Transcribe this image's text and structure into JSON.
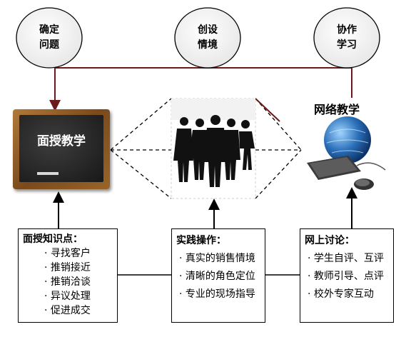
{
  "circles": [
    {
      "line1": "确定",
      "line2": "问题"
    },
    {
      "line1": "创设",
      "line2": "情境"
    },
    {
      "line1": "协作",
      "line2": "学习"
    }
  ],
  "board": {
    "title": "面授教学"
  },
  "network": {
    "title": "网络教学"
  },
  "boxes": [
    {
      "title": "面授知识点：",
      "items": [
        "· 寻找客户",
        "· 推销接近",
        "· 推销洽谈",
        "· 异议处理",
        "· 促进成交"
      ]
    },
    {
      "title": "实践操作：",
      "items": [
        "· 真实的销售情境",
        "· 清晰的角色定位",
        "· 专业的现场指导"
      ]
    },
    {
      "title": "网上讨论：",
      "items": [
        "· 学生自评、互评",
        "· 教师引导、点评",
        "· 校外专家互动"
      ]
    }
  ],
  "colors": {
    "arrow": "#6b1a1a",
    "line": "#000000",
    "chalkboard_frame": "#8a5a25",
    "globe": "#2a6fb8"
  },
  "icons": {
    "people": "business-people-silhouettes-icon",
    "computer": "globe-keyboard-mouse-icon"
  }
}
